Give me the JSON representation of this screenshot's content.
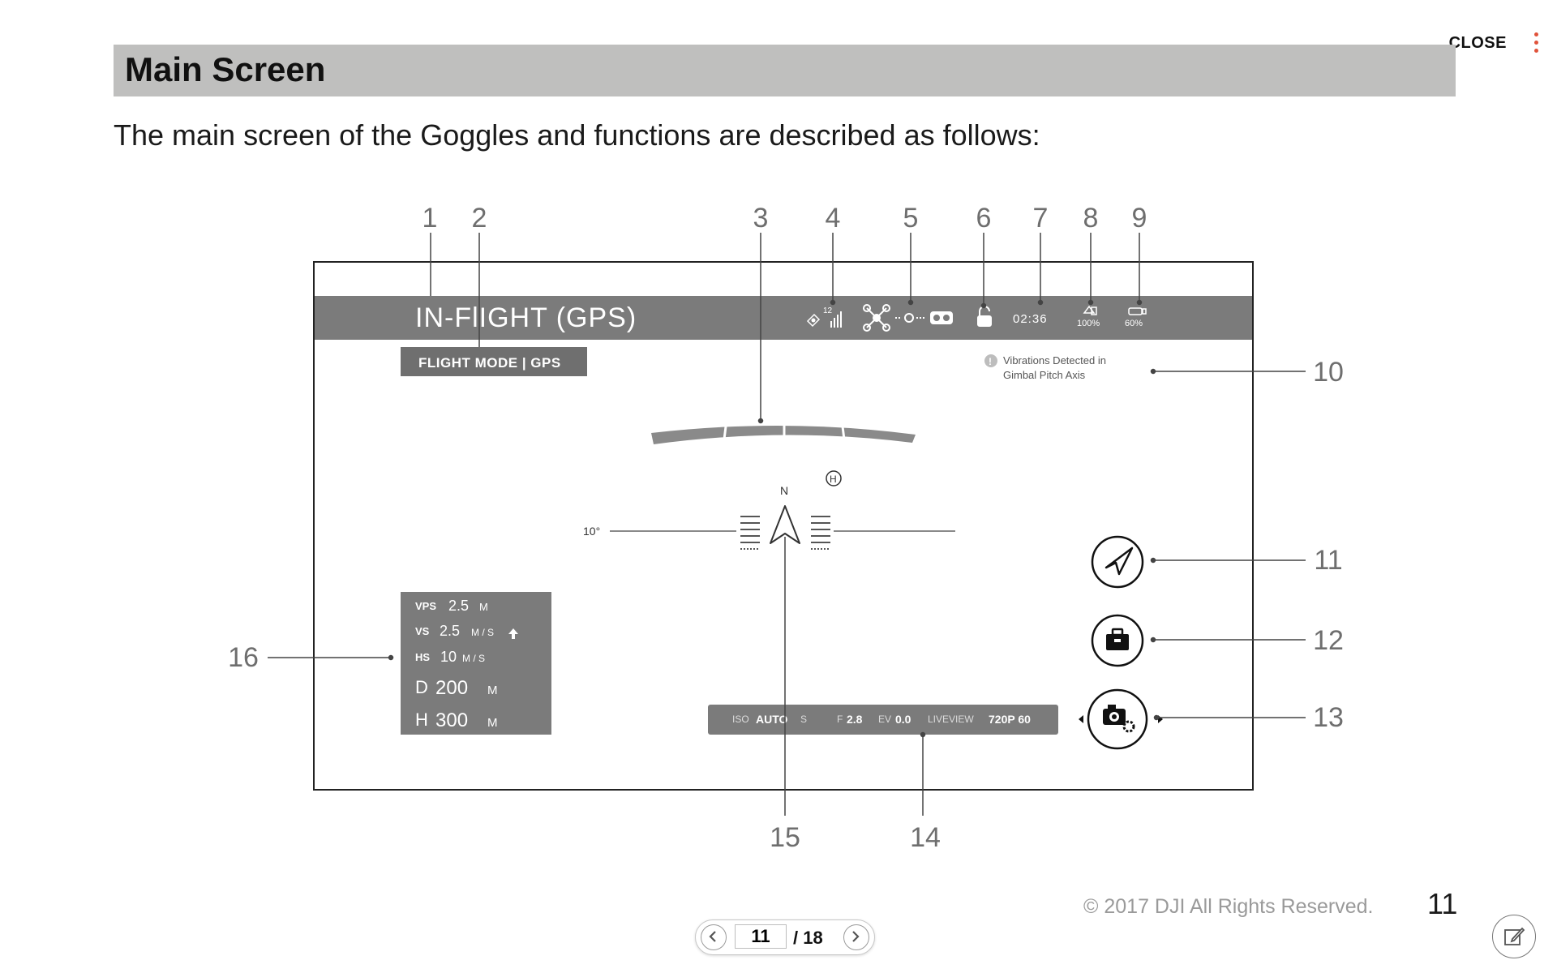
{
  "topbar": {
    "close_label": "CLOSE",
    "menu_icon": "kebab-menu-icon",
    "accent": "#e0533b"
  },
  "section": {
    "title": "Main Screen",
    "intro": "The main screen of the Goggles and functions are described as follows:"
  },
  "diagram": {
    "callouts": [
      "1",
      "2",
      "3",
      "4",
      "5",
      "6",
      "7",
      "8",
      "9",
      "10",
      "11",
      "12",
      "13",
      "14",
      "15",
      "16"
    ],
    "status_bar": {
      "mode_text": "IN-FlIGHT (GPS)",
      "satellite_count": "12",
      "flight_time": "02:36",
      "aircraft_battery": "100%",
      "goggles_battery": "60%"
    },
    "flight_mode_box": "FLIGHT MODE | GPS",
    "warning": {
      "line1": "Vibrations Detected in",
      "line2": "Gimbal Pitch Axis"
    },
    "attitude": {
      "pitch_label": "10°",
      "north_label": "N",
      "home_label": "H"
    },
    "telemetry": {
      "vps_label": "VPS",
      "vps_value": "2.5",
      "vps_unit": "M",
      "vs_label": "VS",
      "vs_value": "2.5",
      "vs_unit": "M / S",
      "hs_label": "HS",
      "hs_value": "10",
      "hs_unit": "M / S",
      "d_label": "D",
      "d_value": "200",
      "d_unit": "M",
      "h_label": "H",
      "h_value": "300",
      "h_unit": "M"
    },
    "camera_bar": {
      "iso_label": "ISO",
      "iso_value": "AUTO",
      "shutter_label": "S",
      "f_label": "F",
      "f_value": "2.8",
      "ev_label": "EV",
      "ev_value": "0.0",
      "liveview_label": "LIVEVIEW",
      "liveview_value": "720P 60"
    },
    "buttons": {
      "b11": "flight-mode-button",
      "b12": "toolbox-button",
      "b13": "camera-settings-button"
    }
  },
  "footer": {
    "copyright": "© 2017   DJI All Rights Reserved.",
    "page_number": "11"
  },
  "pager": {
    "current": "11",
    "total": "/ 18"
  }
}
